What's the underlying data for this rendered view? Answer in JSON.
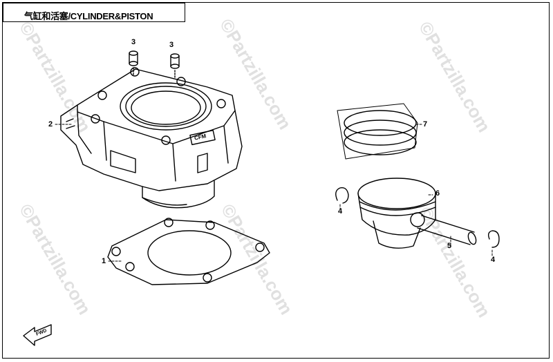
{
  "title": "气缸和活塞/CYLINDER&PISTON",
  "watermark": "©Partzilla.com",
  "callouts": {
    "c1": "1",
    "c2": "2",
    "c3a": "3",
    "c3b": "3",
    "c4a": "4",
    "c4b": "4",
    "c5": "5",
    "c6": "6",
    "c7": "7"
  },
  "cylinder_badge": "CFM",
  "fwd_label": "FWD",
  "colors": {
    "line": "#000000",
    "watermark": "#d9d9d9",
    "background": "#ffffff"
  }
}
